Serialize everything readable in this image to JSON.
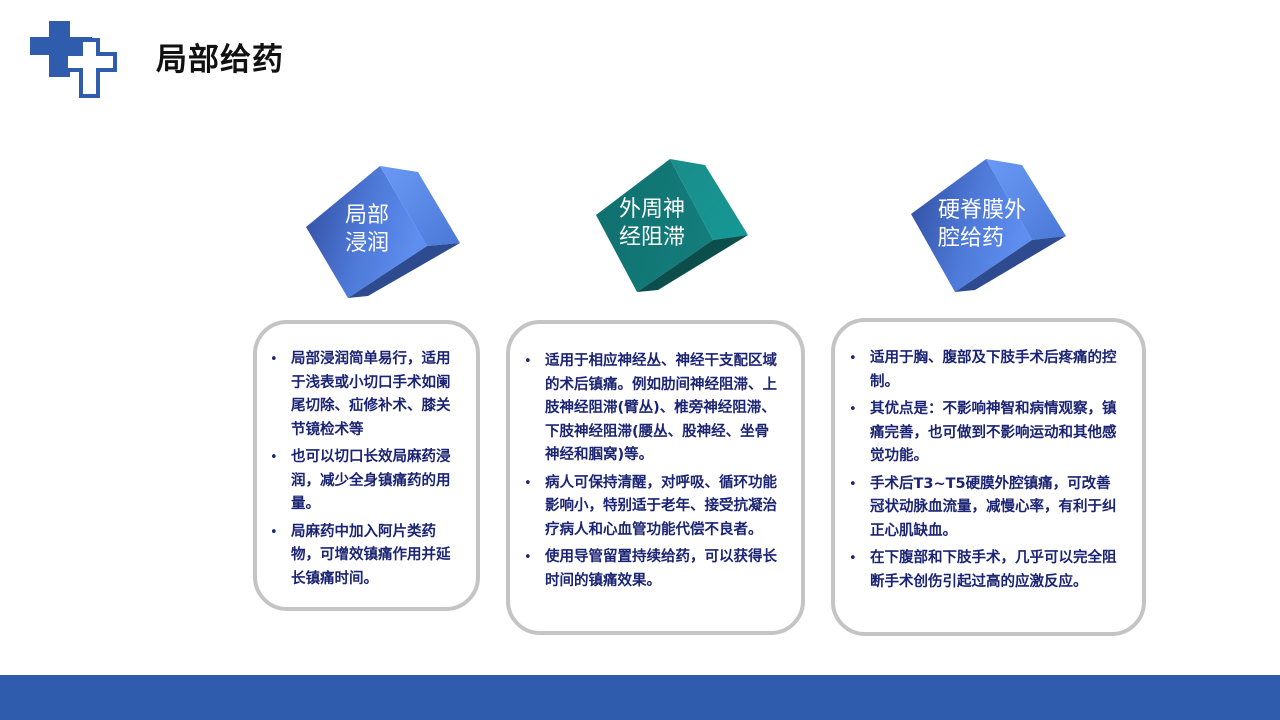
{
  "page": {
    "title": "局部给药"
  },
  "logo": {
    "icon": "medical-cross-icon",
    "color": "#305cad"
  },
  "cubes": [
    {
      "label": "局部\n浸润",
      "color": "#4a74d4"
    },
    {
      "label": "外周神\n经阻滞",
      "color": "#137c7a"
    },
    {
      "label": "硬脊膜外\n腔给药",
      "color": "#4a74d4"
    }
  ],
  "boxes": [
    {
      "items": [
        "局部浸润简单易行，适用于浅表或小切口手术如阑尾切除、疝修补术、膝关节镜检术等",
        "也可以切口长效局麻药浸润，减少全身镇痛药的用量。",
        "局麻药中加入阿片类药物，可增效镇痛作用并延长镇痛时间。"
      ]
    },
    {
      "items": [
        "适用于相应神经丛、神经干支配区域的术后镇痛。例如肋间神经阻滞、上肢神经阻滞(臂丛)、椎旁神经阻滞、下肢神经阻滞(腰丛、股神经、坐骨神经和腘窝)等。",
        "病人可保持清醒，对呼吸、循环功能影响小，特别适于老年、接受抗凝治疗病人和心血管功能代偿不良者。",
        "使用导管留置持续给药，可以获得长时间的镇痛效果。"
      ]
    },
    {
      "items": [
        "适用于胸、腹部及下肢手术后疼痛的控制。",
        "其优点是：不影响神智和病情观察，镇痛完善，也可做到不影响运动和其他感觉功能。",
        "手术后T3~T5硬膜外腔镇痛，可改善冠状动脉血流量，减慢心率，有利于纠正心肌缺血。",
        "在下腹部和下肢手术，几乎可以完全阻断手术创伤引起过高的应激反应。"
      ]
    }
  ],
  "colors": {
    "accent": "#305cad",
    "text_navy": "#1b2473",
    "border_gray": "#c4c4c4"
  }
}
